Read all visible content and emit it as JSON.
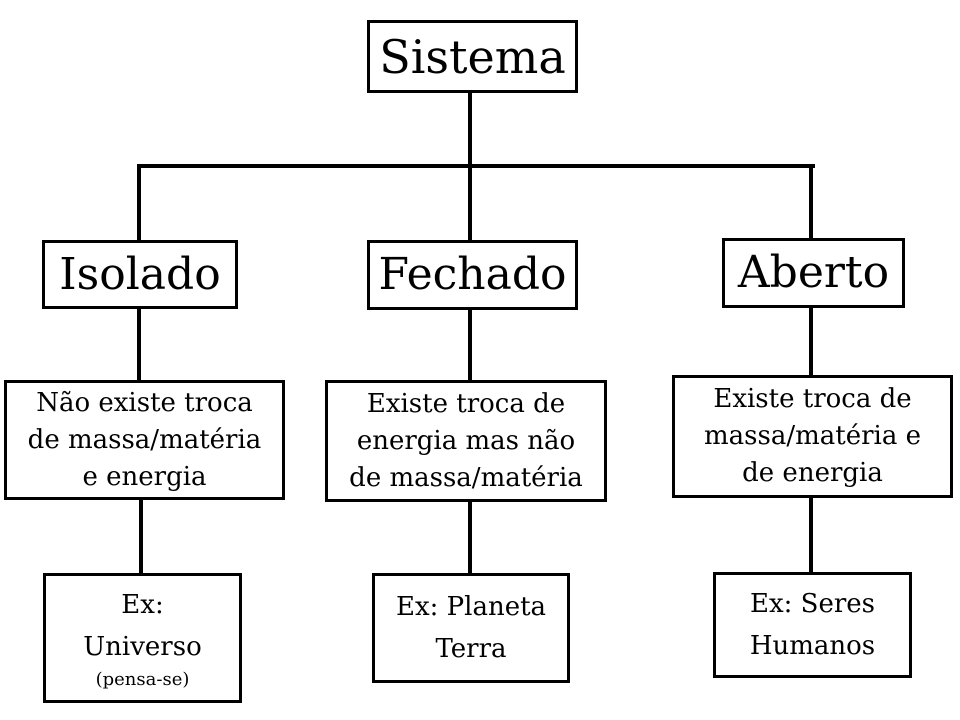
{
  "root_label": "Sistema",
  "branches": [
    {
      "label": "Isolado",
      "desc_lines": [
        "Não existe troca",
        "de massa/matéria",
        "e energia"
      ],
      "example_lines": [
        "Ex:",
        "Universo"
      ],
      "example_note": "(pensa-se)"
    },
    {
      "label": "Fechado",
      "desc_lines": [
        "Existe troca de",
        "energia mas não",
        "de massa/matéria"
      ],
      "example_lines": [
        "Ex: Planeta",
        "Terra"
      ]
    },
    {
      "label": "Aberto",
      "desc_lines": [
        "Existe troca de",
        "massa/matéria e",
        "de energia"
      ],
      "example_lines": [
        "Ex: Seres",
        "Humanos"
      ]
    }
  ],
  "colors": {
    "background": "#ffffff",
    "box_fill": "#ffffff",
    "line": "#000000",
    "text": "#000000"
  }
}
